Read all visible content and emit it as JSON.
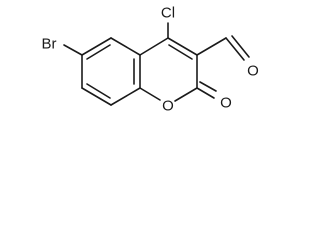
{
  "structure": {
    "atoms": {
      "br": "Br",
      "cl": "Cl",
      "o_ring": "O",
      "o_carbonyl": "O",
      "o_aldehyde": "O"
    }
  }
}
